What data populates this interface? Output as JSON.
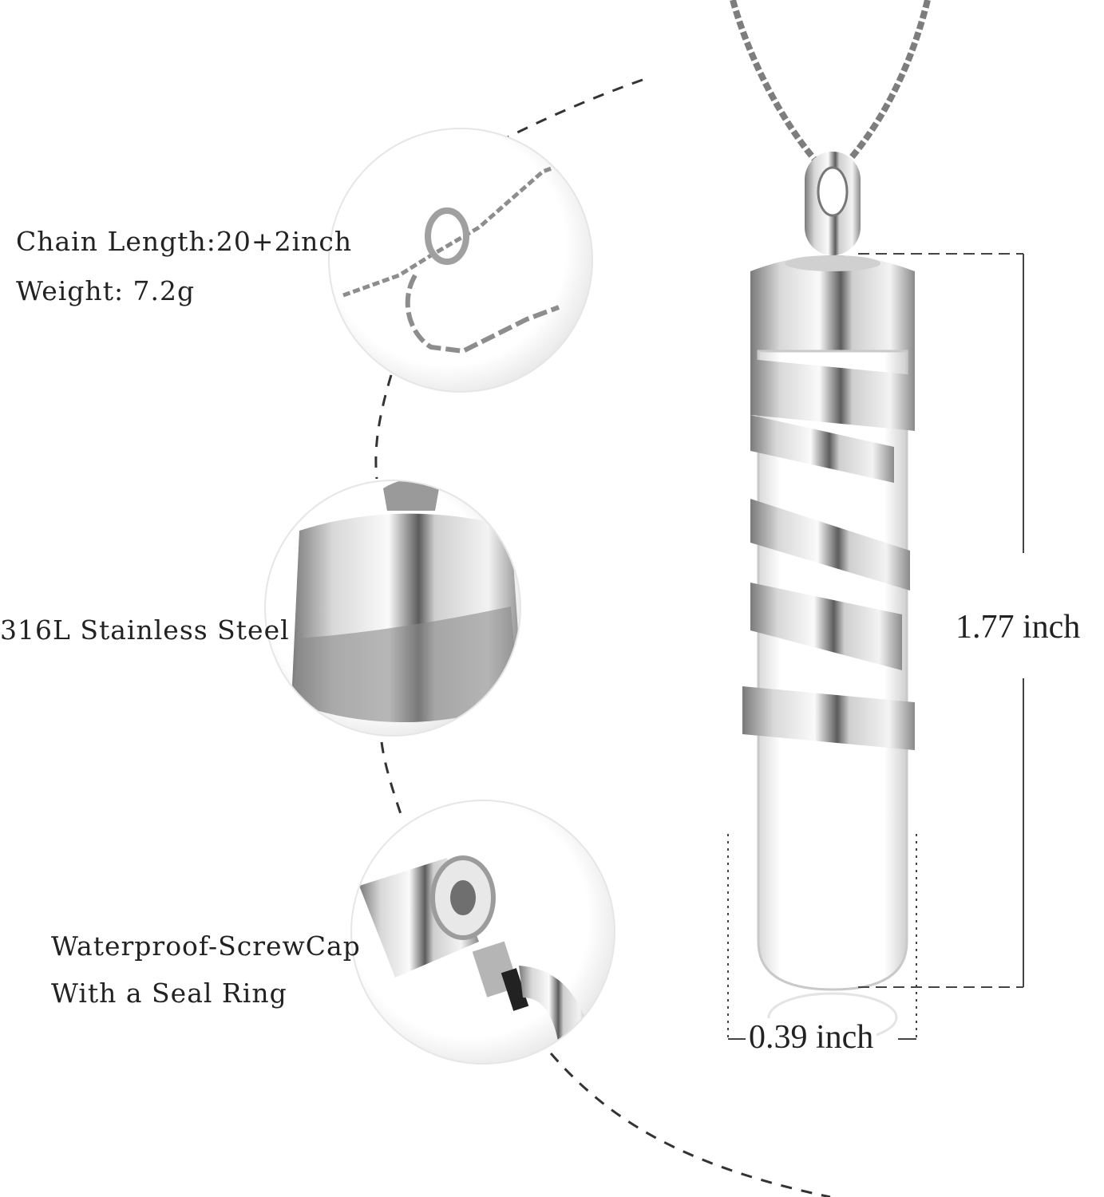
{
  "specs": {
    "chain_length": "Chain Length:20+2inch",
    "weight": "Weight: 7.2g",
    "material": "316L Stainless Steel",
    "screwcap_line1": "Waterproof-ScrewCap",
    "screwcap_line2": "With a Seal Ring"
  },
  "dimensions": {
    "height": "1.77 inch",
    "width": "0.39 inch"
  },
  "colors": {
    "steel_light": "#f2f2f2",
    "steel_mid": "#b9b9b9",
    "steel_dark": "#6f6f6f",
    "line": "#333333"
  }
}
